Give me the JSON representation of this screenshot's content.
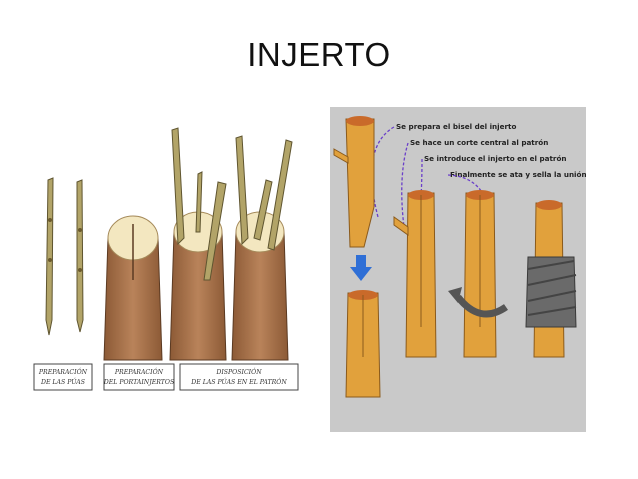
{
  "title": "INJERTO",
  "left_panel": {
    "captions": [
      [
        "PREPARACIÓN",
        "DE LAS PÚAS"
      ],
      [
        "PREPARACIÓN",
        "DEL PORTAINJERTOS"
      ],
      [
        "DISPOSICIÓN",
        "DE LAS PÚAS EN EL PATRÓN"
      ]
    ]
  },
  "right_panel": {
    "steps": [
      "Se prepara el bisel del injerto",
      "Se hace un corte central al patrón",
      "Se introduce el injerto en el patrón",
      "Finalmente se ata y sella la unión"
    ]
  },
  "colors": {
    "bark": "#b07a4f",
    "wood": "#f3e7c0",
    "scion": "#b2a468",
    "stick": "#e1a13c",
    "stick_cut": "#c96a2a",
    "panel_bg": "#c9c9c9",
    "arrow_purple": "#6a3fc9",
    "arrow_blue": "#2f6fd6",
    "wrap": "#6a6a6a"
  }
}
